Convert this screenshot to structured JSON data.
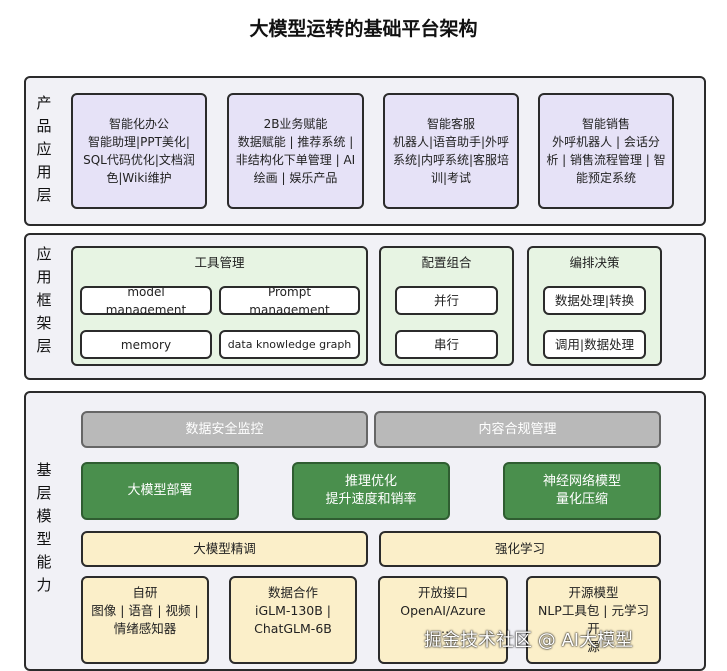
{
  "title": "大模型运转的基础平台架构",
  "layers": {
    "product": {
      "label": [
        "产",
        "品",
        "应",
        "用",
        "层"
      ],
      "boxes": [
        {
          "title": "智能化办公",
          "lines": [
            "智能助理|PPT美化|",
            "SQL代码优化|文档润",
            "色|Wiki维护"
          ]
        },
        {
          "title": "2B业务赋能",
          "lines": [
            "数据赋能 | 推荐系统 |",
            "非结构化下单管理 | AI",
            "绘画 | 娱乐产品"
          ]
        },
        {
          "title": "智能客服",
          "lines": [
            "机器人|语音助手|外呼",
            "系统|内呼系统|客服培",
            "训|考试"
          ]
        },
        {
          "title": "智能销售",
          "lines": [
            "外呼机器人 | 会话分",
            "析 | 销售流程管理 | 智",
            "能预定系统"
          ]
        }
      ]
    },
    "framework": {
      "label": [
        "应",
        "用",
        "框",
        "架",
        "层"
      ],
      "tools": {
        "title": "工具管理",
        "items": [
          "model management",
          "Prompt management",
          "memory",
          "data knowledge graph"
        ]
      },
      "config": {
        "title": "配置组合",
        "items": [
          "并行",
          "串行"
        ]
      },
      "orchestration": {
        "title": "编排决策",
        "items": [
          "数据处理|转换",
          "调用|数据处理"
        ]
      }
    },
    "base": {
      "label": [
        "基",
        "层",
        "模",
        "型",
        "能",
        "力"
      ],
      "governance": [
        "数据安全监控",
        "内容合规管理"
      ],
      "capabilities": [
        {
          "lines": [
            "大模型部署"
          ]
        },
        {
          "lines": [
            "推理优化",
            "提升速度和销率"
          ]
        },
        {
          "lines": [
            "神经网络模型",
            "量化压缩"
          ]
        }
      ],
      "training": [
        "大模型精调",
        "强化学习"
      ],
      "sources": [
        {
          "title": "自研",
          "lines": [
            "图像 | 语音 | 视频 |",
            "情绪感知器"
          ]
        },
        {
          "title": "数据合作",
          "lines": [
            "iGLM-130B |",
            "ChatGLM-6B"
          ]
        },
        {
          "title": "开放接口",
          "lines": [
            "OpenAI/Azure",
            "…"
          ]
        },
        {
          "title": "开源模型",
          "lines": [
            "NLP工具包 | 元学习开",
            "源"
          ]
        }
      ]
    }
  },
  "watermark": "掘金技术社区 @ AI大模型",
  "colors": {
    "product_box": "#e6e2f7",
    "framework_panel": "#e7f4e3",
    "governance_box": "#b9b9b9",
    "capability_box": "#4a8f4d",
    "training_box": "#fbefc9",
    "layer_bg": "#f1f1f6"
  }
}
